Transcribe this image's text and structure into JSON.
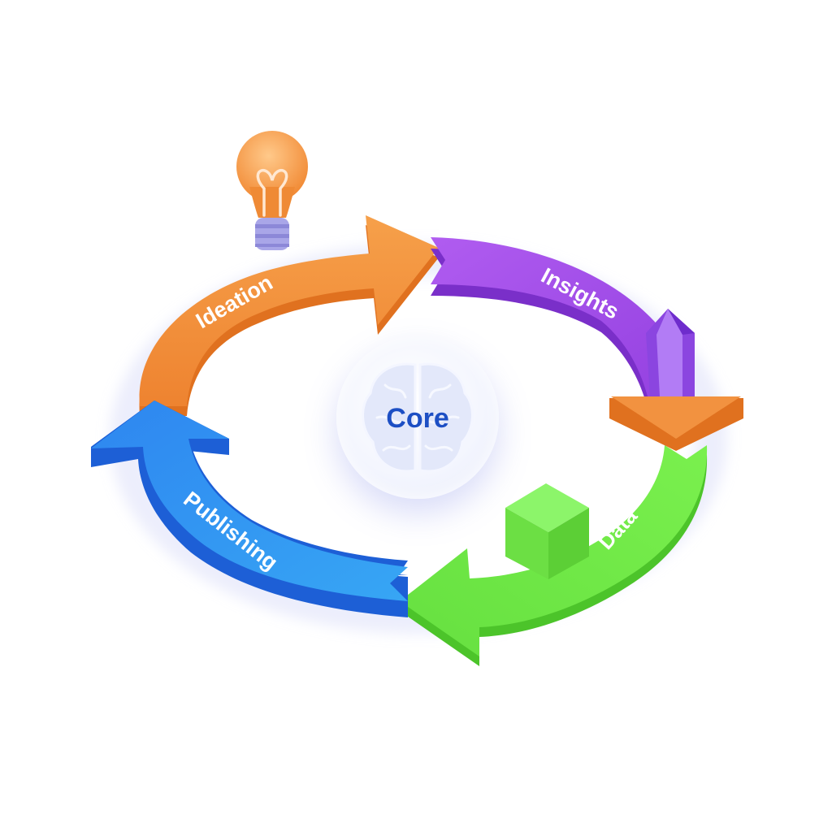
{
  "diagram": {
    "type": "cycle",
    "center": {
      "label": "Core",
      "icon": "brain-icon",
      "text_color": "#1d4fc4"
    },
    "segments": [
      {
        "label": "Ideation",
        "color": "#f08a33",
        "shade": "#e0711f",
        "icon": "lightbulb-icon",
        "direction": "clockwise-to-right"
      },
      {
        "label": "Insights",
        "color": "#a24fe6",
        "shade": "#7a2fc9",
        "icon": "crystal-icon",
        "direction": "clockwise-down"
      },
      {
        "label": "Data",
        "color": "#72e34a",
        "shade": "#4cc42a",
        "icon": "cube-icon",
        "direction": "clockwise-to-left"
      },
      {
        "label": "Publishing",
        "color": "#2f9bf0",
        "shade": "#1d5fd6",
        "icon": "arrow-up-icon",
        "direction": "clockwise-up"
      }
    ],
    "flow": [
      "Ideation",
      "Insights",
      "Data",
      "Publishing"
    ]
  }
}
